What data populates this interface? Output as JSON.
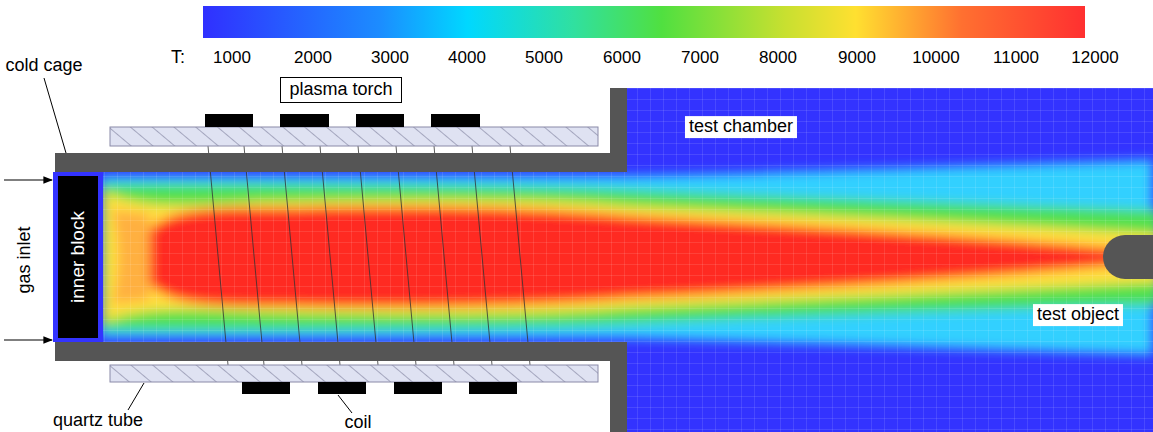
{
  "diagram": {
    "nodes": [
      {
        "text": [
          "plasma torch"
        ]
      },
      {
        "text": [
          "inner block"
        ]
      }
    ],
    "edges": [],
    "labels": [
      "T:",
      "1000",
      "2000",
      "3000",
      "4000",
      "5000",
      "6000",
      "7000",
      "8000",
      "9000",
      "10000",
      "11000",
      "12000",
      "cold cage",
      "test chamber",
      "gas inlet",
      "test object",
      "quartz tube",
      "coil"
    ]
  }
}
